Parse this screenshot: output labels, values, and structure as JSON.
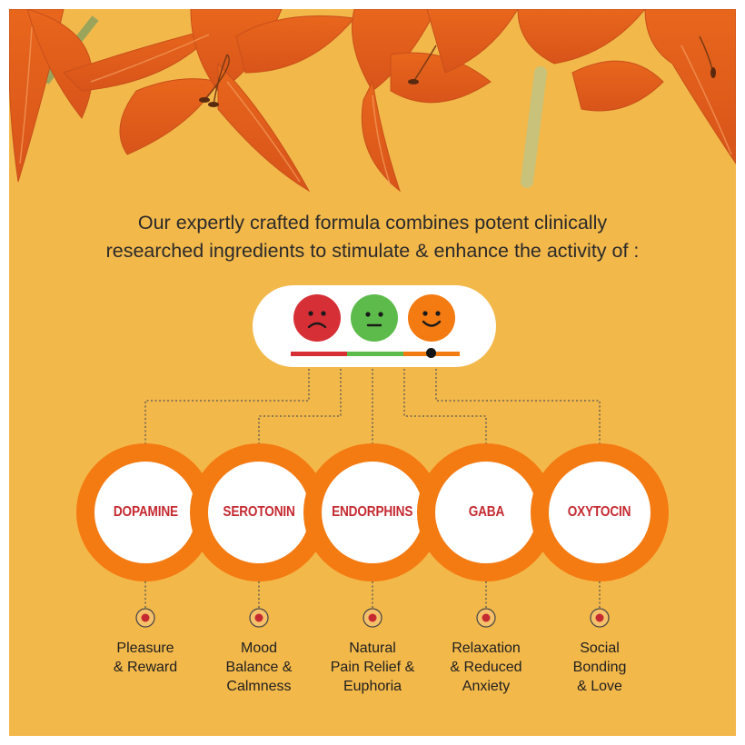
{
  "headline": {
    "line1": "Our expertly crafted formula combines potent clinically",
    "line2": "researched ingredients to stimulate & enhance the activity of :"
  },
  "mood_meter": {
    "faces": [
      {
        "name": "sad-face-icon",
        "color": "#d62f36"
      },
      {
        "name": "neutral-face-icon",
        "color": "#5cbb4a"
      },
      {
        "name": "happy-face-icon",
        "color": "#f47a12"
      }
    ],
    "level": 0.83
  },
  "neurotransmitters": [
    {
      "name": "DOPAMINE",
      "effect": "Pleasure\n& Reward"
    },
    {
      "name": "SEROTONIN",
      "effect": "Mood\nBalance &\nCalmness"
    },
    {
      "name": "ENDORPHINS",
      "effect": "Natural\nPain Relief &\nEuphoria"
    },
    {
      "name": "GABA",
      "effect": "Relaxation\n& Reduced\nAnxiety"
    },
    {
      "name": "OXYTOCIN",
      "effect": "Social\nBonding\n& Love"
    }
  ],
  "colors": {
    "background": "#f3b84a",
    "ring": "#f47a12",
    "label": "#c52a31",
    "dot": "#c52a31"
  }
}
